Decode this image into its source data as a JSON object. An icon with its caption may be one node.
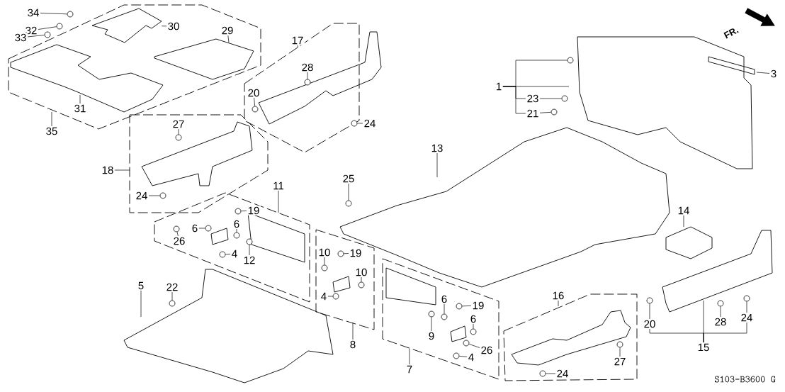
{
  "diagram": {
    "nodes": [
      {
        "text": [
          "34"
        ]
      },
      {
        "text": [
          "32"
        ]
      },
      {
        "text": [
          "33"
        ]
      },
      {
        "text": [
          "30"
        ]
      },
      {
        "text": [
          "29"
        ]
      },
      {
        "text": [
          "31"
        ]
      },
      {
        "text": [
          "35"
        ]
      },
      {
        "text": [
          "17"
        ]
      },
      {
        "text": [
          "28"
        ]
      },
      {
        "text": [
          "20"
        ]
      },
      {
        "text": [
          "27"
        ]
      },
      {
        "text": [
          "24"
        ]
      },
      {
        "text": [
          "18"
        ]
      },
      {
        "text": [
          "24"
        ]
      },
      {
        "text": [
          "1"
        ]
      },
      {
        "text": [
          "23"
        ]
      },
      {
        "text": [
          "21"
        ]
      },
      {
        "text": [
          "3"
        ]
      },
      {
        "text": [
          "13"
        ]
      },
      {
        "text": [
          "25"
        ]
      },
      {
        "text": [
          "14"
        ]
      },
      {
        "text": [
          "11"
        ]
      },
      {
        "text": [
          "19"
        ]
      },
      {
        "text": [
          "6"
        ]
      },
      {
        "text": [
          "6"
        ]
      },
      {
        "text": [
          "26"
        ]
      },
      {
        "text": [
          "4"
        ]
      },
      {
        "text": [
          "12"
        ]
      },
      {
        "text": [
          "10"
        ]
      },
      {
        "text": [
          "19"
        ]
      },
      {
        "text": [
          "10"
        ]
      },
      {
        "text": [
          "4"
        ]
      },
      {
        "text": [
          "8"
        ]
      },
      {
        "text": [
          "5"
        ]
      },
      {
        "text": [
          "22"
        ]
      },
      {
        "text": [
          "16"
        ]
      },
      {
        "text": [
          "6"
        ]
      },
      {
        "text": [
          "19"
        ]
      },
      {
        "text": [
          "6"
        ]
      },
      {
        "text": [
          "9"
        ]
      },
      {
        "text": [
          "26"
        ]
      },
      {
        "text": [
          "4"
        ]
      },
      {
        "text": [
          "7"
        ]
      },
      {
        "text": [
          "20"
        ]
      },
      {
        "text": [
          "28"
        ]
      },
      {
        "text": [
          "24"
        ]
      },
      {
        "text": [
          "15"
        ]
      },
      {
        "text": [
          "27"
        ]
      },
      {
        "text": [
          "24"
        ]
      },
      {
        "text": [],
        "shape": "circle"
      },
      {
        "text": [],
        "shape": "circle"
      },
      {
        "text": [],
        "shape": "circle"
      },
      {
        "text": [],
        "shape": "circle"
      },
      {
        "text": [],
        "shape": "circle"
      },
      {
        "text": [],
        "shape": "circle"
      },
      {
        "text": [],
        "shape": "circle"
      },
      {
        "text": [],
        "shape": "circle"
      },
      {
        "text": [],
        "shape": "circle"
      },
      {
        "text": [],
        "shape": "circle"
      },
      {
        "text": [],
        "shape": "circle"
      },
      {
        "text": [],
        "shape": "circle"
      },
      {
        "text": [],
        "shape": "circle"
      },
      {
        "text": [],
        "shape": "circle"
      },
      {
        "text": [],
        "shape": "circle"
      },
      {
        "text": [],
        "shape": "circle"
      },
      {
        "text": [],
        "shape": "circle"
      },
      {
        "text": [],
        "shape": "circle"
      },
      {
        "text": [],
        "shape": "circle"
      },
      {
        "text": [],
        "shape": "circle"
      },
      {
        "text": [],
        "shape": "circle"
      },
      {
        "text": [],
        "shape": "circle"
      },
      {
        "text": [],
        "shape": "circle"
      },
      {
        "text": [],
        "shape": "circle"
      },
      {
        "text": [],
        "shape": "circle"
      },
      {
        "text": [],
        "shape": "circle"
      },
      {
        "text": [],
        "shape": "circle"
      },
      {
        "text": [],
        "shape": "circle"
      },
      {
        "text": [],
        "shape": "circle"
      },
      {
        "text": [],
        "shape": "circle"
      },
      {
        "text": [],
        "shape": "circle"
      },
      {
        "text": [],
        "shape": "circle"
      },
      {
        "text": [],
        "shape": "circle"
      },
      {
        "text": [],
        "shape": "circle"
      },
      {
        "text": [],
        "shape": "picture"
      }
    ],
    "edges": [
      {
        "from": 0,
        "to": 49,
        "arrow": "none"
      },
      {
        "from": 1,
        "to": 50,
        "arrow": "none"
      },
      {
        "from": 2,
        "to": 51,
        "arrow": "none"
      },
      {
        "from": 3,
        "to": 83,
        "arrow": "none"
      },
      {
        "from": 4,
        "to": null,
        "arrow": "none"
      },
      {
        "from": 5,
        "to": null,
        "arrow": "none"
      },
      {
        "from": 6,
        "to": null,
        "arrow": "none"
      },
      {
        "from": 7,
        "to": null,
        "arrow": "none"
      },
      {
        "from": 8,
        "to": 52,
        "arrow": "none"
      },
      {
        "from": 9,
        "to": 53,
        "arrow": "none"
      },
      {
        "from": 10,
        "to": 54,
        "arrow": "none"
      },
      {
        "from": 11,
        "to": 55,
        "arrow": "none"
      },
      {
        "from": 12,
        "to": null,
        "arrow": "none"
      },
      {
        "from": 13,
        "to": 56,
        "arrow": "none"
      },
      {
        "from": 14,
        "to": null,
        "arrow": "none"
      },
      {
        "from": 14,
        "to": 57,
        "arrow": "none"
      },
      {
        "from": 14,
        "to": 15,
        "arrow": "none"
      },
      {
        "from": 14,
        "to": 16,
        "arrow": "none"
      },
      {
        "from": 15,
        "to": 58,
        "arrow": "none"
      },
      {
        "from": 16,
        "to": 59,
        "arrow": "none"
      },
      {
        "from": 17,
        "to": null,
        "arrow": "none"
      },
      {
        "from": 18,
        "to": null,
        "arrow": "none"
      },
      {
        "from": 19,
        "to": 60,
        "arrow": "none"
      },
      {
        "from": 20,
        "to": null,
        "arrow": "none"
      },
      {
        "from": 21,
        "to": null,
        "arrow": "none"
      },
      {
        "from": 22,
        "to": 61,
        "arrow": "none"
      },
      {
        "from": 23,
        "to": 62,
        "arrow": "none"
      },
      {
        "from": 24,
        "to": 63,
        "arrow": "none"
      },
      {
        "from": 25,
        "to": 64,
        "arrow": "none"
      },
      {
        "from": 26,
        "to": 65,
        "arrow": "none"
      },
      {
        "from": 27,
        "to": 66,
        "arrow": "none"
      },
      {
        "from": 28,
        "to": 67,
        "arrow": "none"
      },
      {
        "from": 29,
        "to": 68,
        "arrow": "none"
      },
      {
        "from": 30,
        "to": 69,
        "arrow": "none"
      },
      {
        "from": 31,
        "to": 70,
        "arrow": "none"
      },
      {
        "from": 32,
        "to": null,
        "arrow": "none"
      },
      {
        "from": 33,
        "to": null,
        "arrow": "none"
      },
      {
        "from": 34,
        "to": 71,
        "arrow": "none"
      },
      {
        "from": 35,
        "to": null,
        "arrow": "none"
      },
      {
        "from": 36,
        "to": 72,
        "arrow": "none"
      },
      {
        "from": 37,
        "to": 73,
        "arrow": "none"
      },
      {
        "from": 38,
        "to": 74,
        "arrow": "none"
      },
      {
        "from": 39,
        "to": 75,
        "arrow": "none"
      },
      {
        "from": 40,
        "to": 76,
        "arrow": "none"
      },
      {
        "from": 41,
        "to": 77,
        "arrow": "none"
      },
      {
        "from": 42,
        "to": null,
        "arrow": "none"
      },
      {
        "from": 43,
        "to": 78,
        "arrow": "none"
      },
      {
        "from": 44,
        "to": 79,
        "arrow": "none"
      },
      {
        "from": 45,
        "to": 80,
        "arrow": "none"
      },
      {
        "from": 46,
        "to": null,
        "arrow": "none"
      },
      {
        "from": 46,
        "to": 43,
        "arrow": "none"
      },
      {
        "from": 46,
        "to": 45,
        "arrow": "none"
      },
      {
        "from": 47,
        "to": 81,
        "arrow": "none"
      },
      {
        "from": 48,
        "to": 82,
        "arrow": "none"
      }
    ],
    "labels": [
      "FR.",
      "S103-B3600 G"
    ]
  }
}
